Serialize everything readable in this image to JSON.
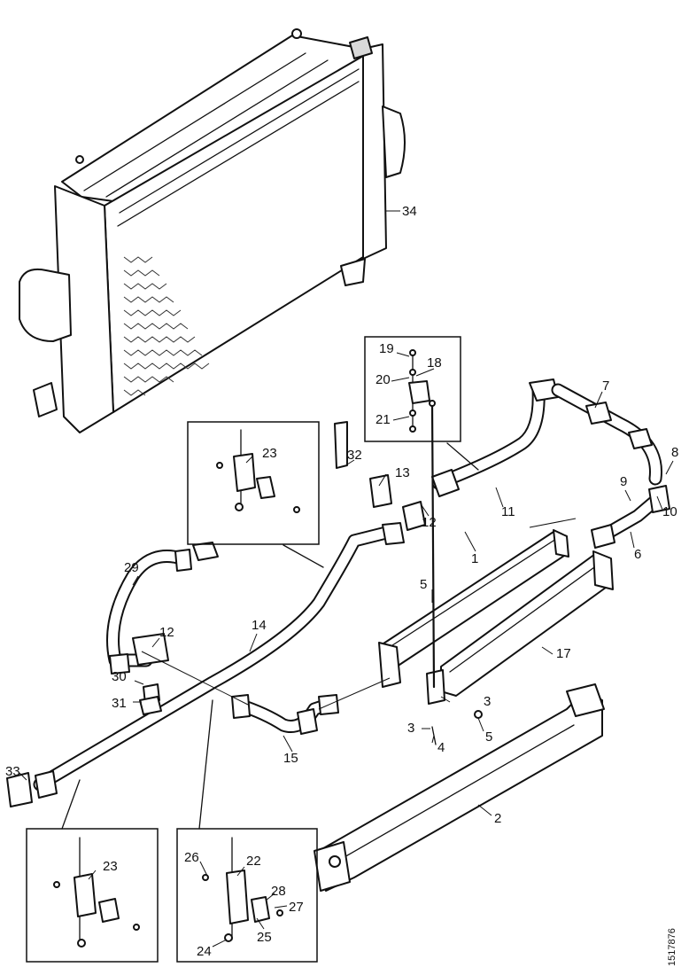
{
  "figure": {
    "reference": "1517876",
    "callouts": [
      {
        "id": "c1",
        "label": "1"
      },
      {
        "id": "c2",
        "label": "2"
      },
      {
        "id": "c3a",
        "label": "3"
      },
      {
        "id": "c3b",
        "label": "3"
      },
      {
        "id": "c4",
        "label": "4"
      },
      {
        "id": "c5a",
        "label": "5"
      },
      {
        "id": "c5b",
        "label": "5"
      },
      {
        "id": "c6",
        "label": "6"
      },
      {
        "id": "c7",
        "label": "7"
      },
      {
        "id": "c8",
        "label": "8"
      },
      {
        "id": "c9",
        "label": "9"
      },
      {
        "id": "c10",
        "label": "10"
      },
      {
        "id": "c11",
        "label": "11"
      },
      {
        "id": "c12a",
        "label": "12"
      },
      {
        "id": "c12b",
        "label": "12"
      },
      {
        "id": "c13",
        "label": "13"
      },
      {
        "id": "c14",
        "label": "14"
      },
      {
        "id": "c15",
        "label": "15"
      },
      {
        "id": "c17",
        "label": "17"
      },
      {
        "id": "c18",
        "label": "18"
      },
      {
        "id": "c19",
        "label": "19"
      },
      {
        "id": "c20",
        "label": "20"
      },
      {
        "id": "c21",
        "label": "21"
      },
      {
        "id": "c22",
        "label": "22"
      },
      {
        "id": "c23a",
        "label": "23"
      },
      {
        "id": "c23b",
        "label": "23"
      },
      {
        "id": "c24",
        "label": "24"
      },
      {
        "id": "c25",
        "label": "25"
      },
      {
        "id": "c26",
        "label": "26"
      },
      {
        "id": "c27",
        "label": "27"
      },
      {
        "id": "c28",
        "label": "28"
      },
      {
        "id": "c29",
        "label": "29"
      },
      {
        "id": "c30",
        "label": "30"
      },
      {
        "id": "c31",
        "label": "31"
      },
      {
        "id": "c32",
        "label": "32"
      },
      {
        "id": "c33",
        "label": "33"
      },
      {
        "id": "c34",
        "label": "34"
      }
    ]
  }
}
